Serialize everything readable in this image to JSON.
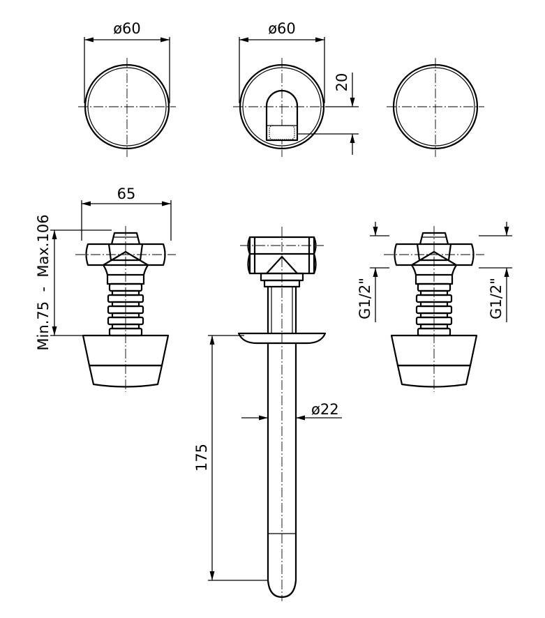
{
  "dimensions": {
    "top_left_diameter": "ø60",
    "top_middle_diameter": "ø60",
    "spout_offset": "20",
    "handle_width": "65",
    "wall_depth_range": "Min.75  -  Max.106",
    "spout_diameter": "ø22",
    "spout_length": "175",
    "thread_left": "G1/2\"",
    "thread_right": "G1/2\""
  }
}
